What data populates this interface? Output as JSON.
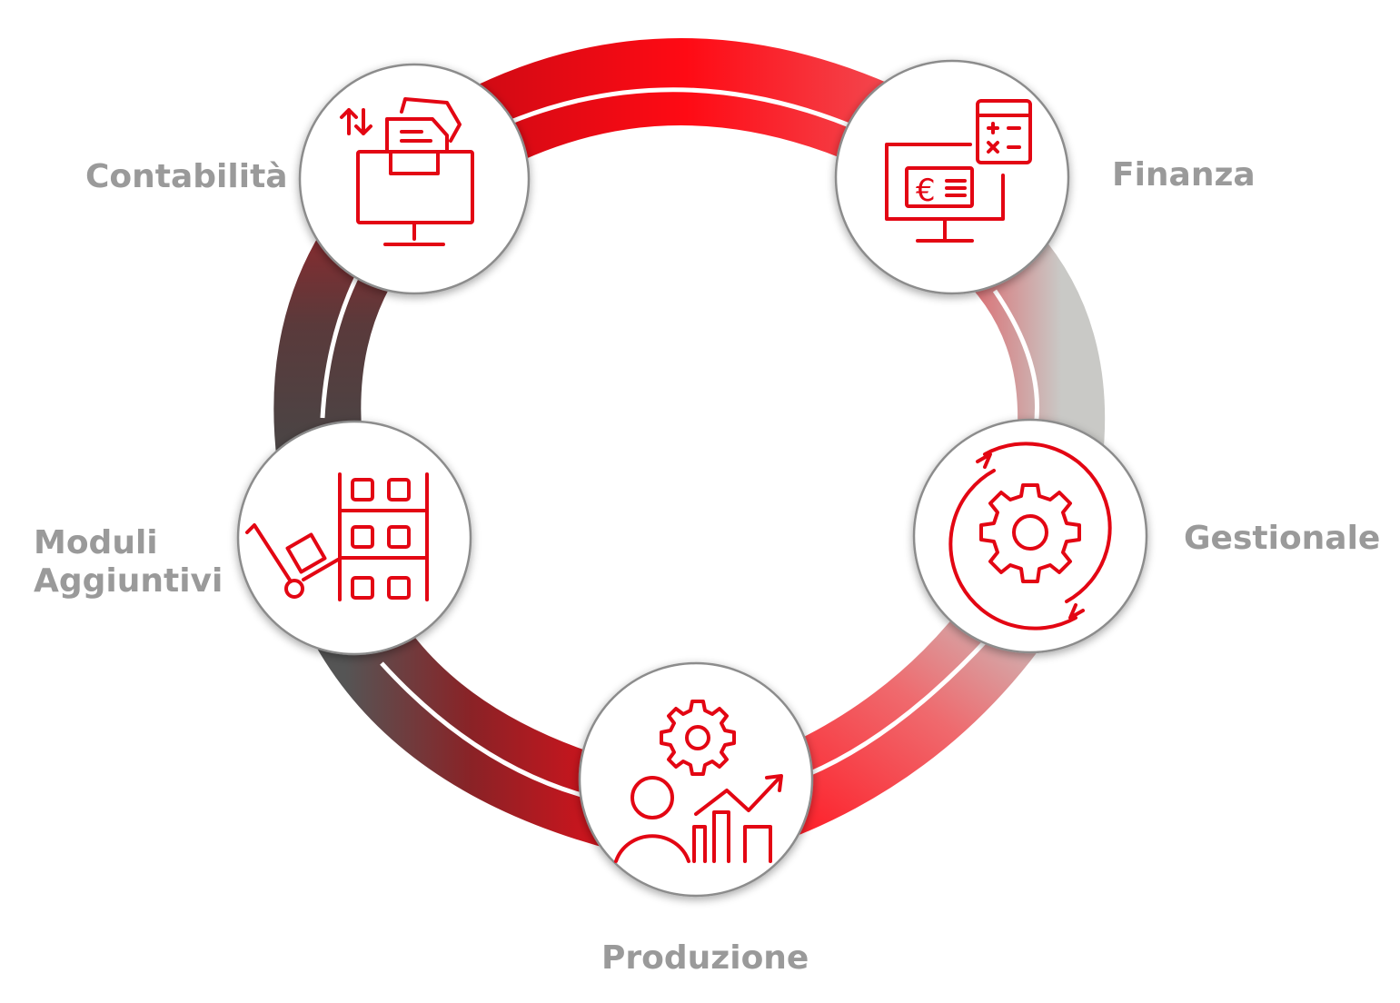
{
  "colors": {
    "accent": "#e30613",
    "label": "#9a9a9a",
    "ring_dark": "#4a4a4a",
    "ring_light": "#c8c8c8"
  },
  "nodes": [
    {
      "label": "Contabilità",
      "icon": "archive-computer-icon"
    },
    {
      "label": "Finanza",
      "icon": "finance-computer-calculator-icon"
    },
    {
      "label": "Gestionale",
      "icon": "gear-cycle-icon"
    },
    {
      "label": "Produzione",
      "icon": "user-chart-gear-icon"
    },
    {
      "label_lines": [
        "Moduli",
        "Aggiuntivi"
      ],
      "icon": "warehouse-trolley-icon"
    }
  ]
}
